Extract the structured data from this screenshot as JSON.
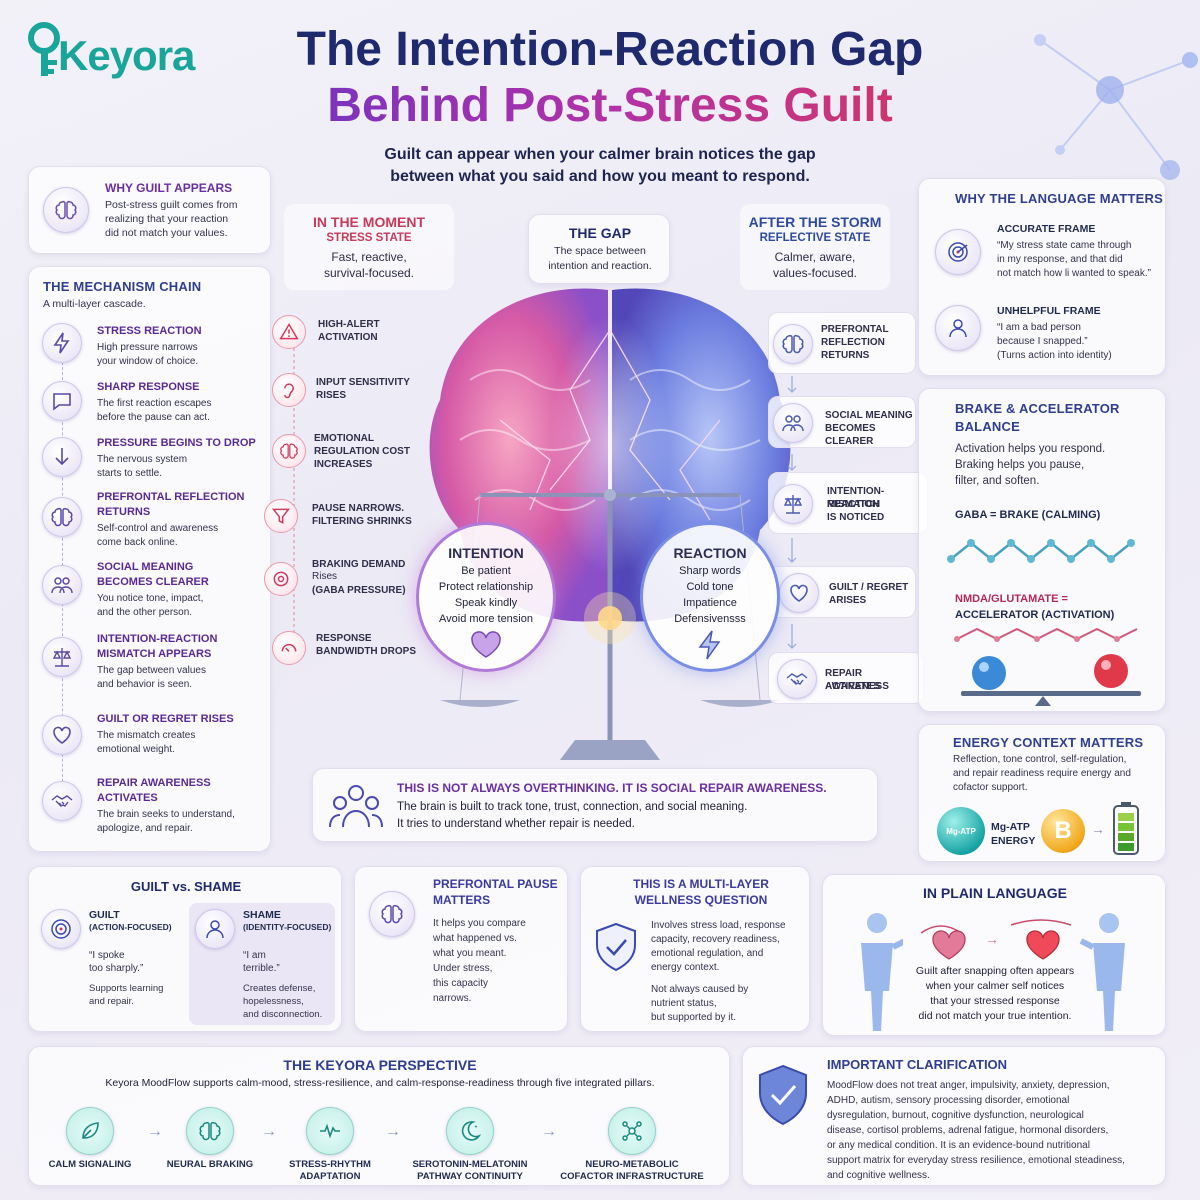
{
  "brand": {
    "name": "Keyora"
  },
  "header": {
    "title_line1": "The Intention-Reaction Gap",
    "title_line2": "Behind Post-Stress Guilt",
    "subtitle_line1": "Guilt can appear when your calmer brain notices the gap",
    "subtitle_line2": "between what you said and how you meant to respond."
  },
  "why_guilt": {
    "title": "WHY GUILT APPEARS",
    "text_line1": "Post-stress guilt comes from",
    "text_line2": "realizing that your reaction",
    "text_line3": "did not match your values."
  },
  "mechanism": {
    "title": "THE MECHANISM CHAIN",
    "subtitle": "A multi-layer cascade.",
    "items": [
      {
        "title1": "STRESS REACTION",
        "title2": "",
        "text1": "High pressure narrows",
        "text2": "your window of choice.",
        "icon": "lightning-icon"
      },
      {
        "title1": "SHARP RESPONSE",
        "title2": "",
        "text1": "The first reaction escapes",
        "text2": "before the pause can act.",
        "icon": "speech-bubble-icon"
      },
      {
        "title1": "PRESSURE BEGINS TO DROP",
        "title2": "",
        "text1": "The nervous system",
        "text2": "starts to settle.",
        "icon": "arrow-down-icon"
      },
      {
        "title1": "PREFRONTAL REFLECTION",
        "title2": "RETURNS",
        "text1": "Self-control and awareness",
        "text2": "come back online.",
        "icon": "brain-icon"
      },
      {
        "title1": "SOCIAL MEANING",
        "title2": "BECOMES CLEARER",
        "text1": "You notice tone, impact,",
        "text2": "and the other person.",
        "icon": "people-icon"
      },
      {
        "title1": "INTENTION-REACTION",
        "title2": "MISMATCH APPEARS",
        "text1": "The gap between values",
        "text2": "and behavior is seen.",
        "icon": "scale-icon"
      },
      {
        "title1": "GUILT OR REGRET RISES",
        "title2": "",
        "text1": "The mismatch creates",
        "text2": "emotional weight.",
        "icon": "heart-icon"
      },
      {
        "title1": "REPAIR AWARENESS",
        "title2": "ACTIVATES",
        "text1": "The brain seeks to understand,",
        "text2": "apologize, and repair.",
        "icon": "handshake-icon"
      }
    ]
  },
  "moment": {
    "title": "IN THE MOMENT",
    "state": "STRESS STATE",
    "desc1": "Fast, reactive,",
    "desc2": "survival-focused.",
    "items": [
      {
        "l1": "HIGH-ALERT",
        "l2": "ACTIVATION",
        "l3": "",
        "icon": "warning-icon"
      },
      {
        "l1": "INPUT SENSITIVITY",
        "l2": "RISES",
        "l3": "",
        "icon": "ear-icon"
      },
      {
        "l1": "EMOTIONAL",
        "l2": "REGULATION COST",
        "l3": "INCREASES",
        "icon": "brain-icon"
      },
      {
        "l1": "PAUSE NARROWS.",
        "l2": "FILTERING SHRINKS",
        "l3": "",
        "icon": "funnel-icon"
      },
      {
        "l1": "BRAKING DEMAND",
        "l2": "Rises",
        "l3": "(GABA PRESSURE)",
        "icon": "brake-icon"
      },
      {
        "l1": "RESPONSE",
        "l2": "BANDWIDTH DROPS",
        "l3": "",
        "icon": "gauge-icon"
      }
    ]
  },
  "gap": {
    "title": "THE GAP",
    "desc1": "The space between",
    "desc2": "intention and reaction."
  },
  "storm": {
    "title": "AFTER THE STORM",
    "state": "REFLECTIVE STATE",
    "desc1": "Calmer, aware,",
    "desc2": "values-focused.",
    "items": [
      {
        "l1": "PREFRONTAL",
        "l2": "REFLECTION",
        "l3": "RETURNS",
        "icon": "brain-icon"
      },
      {
        "l1": "SOCIAL MEANING",
        "l2": "BECOMES CLEARER",
        "l3": "",
        "icon": "people-icon"
      },
      {
        "l1": "INTENTION-REACTION",
        "l2": "MISMATCH",
        "l3": "IS NOTICED",
        "icon": "scale-icon"
      },
      {
        "l1": "GUILT / REGRET",
        "l2": "ARISES",
        "l3": "",
        "icon": "heart-icon"
      },
      {
        "l1": "REPAIR AWARENESS",
        "l2": "ACTIVATES",
        "l3": "",
        "icon": "handshake-icon"
      }
    ]
  },
  "intention": {
    "title": "INTENTION",
    "items": [
      "Be patient",
      "Protect relationship",
      "Speak kindly",
      "Avoid more tension"
    ]
  },
  "reaction": {
    "title": "REACTION",
    "items": [
      "Sharp words",
      "Cold tone",
      "Impatience",
      "Defensivensss"
    ]
  },
  "not_overthinking": {
    "title": "THIS IS NOT ALWAYS OVERTHINKING. IT IS SOCIAL REPAIR AWARENESS.",
    "text1": "The brain is built to track tone, trust, connection, and social meaning.",
    "text2": "It tries to understand whether repair is needed."
  },
  "language": {
    "title": "WHY THE LANGUAGE MATTERS",
    "accurate_title": "ACCURATE FRAME",
    "accurate1": "“My stress state came through",
    "accurate2": "in my response, and that did",
    "accurate3": "not match how li wanted to speak.”",
    "unhelpful_title": "UNHELPFUL FRAME",
    "unhelpful1": "“I am a bad person",
    "unhelpful2": "because I snapped.”",
    "unhelpful3": "(Turns action into identity)"
  },
  "brake": {
    "title1": "BRAKE & ACCELERATOR",
    "title2": "BALANCE",
    "text1": "Activation helps you respond.",
    "text2": "Braking helps you pause,",
    "text3": "filter, and soften.",
    "gaba": "GABA = BRAKE (CALMING)",
    "nmda1": "NMDA/GLUTAMATE =",
    "nmda2": "ACCELERATOR (ACTIVATION)"
  },
  "energy": {
    "title": "ENERGY CONTEXT MATTERS",
    "text1": "Reflection, tone control, self-regulation,",
    "text2": "and repair readiness require energy and",
    "text3": "cofactor support.",
    "ball_label": "Mg-ATP",
    "label1": "Mg-ATP",
    "label2": "ENERGY",
    "b_label": "B"
  },
  "guilt_shame": {
    "title": "GUILT vs. SHAME",
    "guilt_title": "GUILT",
    "guilt_sub": "(ACTION-FOCUSED)",
    "guilt_q1": "“I spoke",
    "guilt_q2": "too sharply.”",
    "guilt_t1": "Supports learning",
    "guilt_t2": "and repair.",
    "shame_title": "SHAME",
    "shame_sub": "(IDENTITY-FOCUSED)",
    "shame_q1": "“I am",
    "shame_q2": "terrible.”",
    "shame_t1": "Creates defense,",
    "shame_t2": "hopelessness,",
    "shame_t3": "and disconnection."
  },
  "pause": {
    "title1": "PREFRONTAL PAUSE",
    "title2": "MATTERS",
    "lines": [
      "It helps you compare",
      "what happened vs.",
      "what you meant.",
      "Under stress,",
      "this capacity",
      "narrows."
    ]
  },
  "multilayer": {
    "title1": "THIS IS A MULTI-LAYER",
    "title2": "WELLNESS QUESTION",
    "lines1": [
      "Involves stress load, response",
      "capacity, recovery readiness,",
      "emotional regulation, and",
      "energy context."
    ],
    "lines2": [
      "Not always caused by",
      "nutrient status,",
      "but supported by it."
    ]
  },
  "plain": {
    "title": "IN PLAIN LANGUAGE",
    "lines": [
      "Guilt after snapping often appears",
      "when your calmer self notices",
      "that your stressed response",
      "did not match your true intention."
    ]
  },
  "perspective": {
    "title": "THE KEYORA PERSPECTIVE",
    "text": "Keyora MoodFlow supports calm-mood, stress-resilience, and calm-response-readiness through five integrated pillars.",
    "pillars": [
      {
        "l1": "CALM SIGNALING",
        "l2": "",
        "icon": "leaf-icon"
      },
      {
        "l1": "NEURAL BRAKING",
        "l2": "",
        "icon": "brain-icon"
      },
      {
        "l1": "STRESS-RHYTHM",
        "l2": "ADAPTATION",
        "icon": "pulse-icon"
      },
      {
        "l1": "SEROTONIN-MELATONIN",
        "l2": "PATHWAY CONTINUITY",
        "icon": "moon-icon"
      },
      {
        "l1": "NEURO-METABOLIC",
        "l2": "COFACTOR INFRASTRUCTURE",
        "icon": "network-icon"
      }
    ]
  },
  "clarification": {
    "title": "IMPORTANT CLARIFICATION",
    "lines": [
      "MoodFlow does not treat anger, impulsivity, anxiety, depression,",
      "ADHD, autism, sensory processing disorder, emotional",
      "dysregulation, burnout, cognitive dysfunction, neurological",
      "disease, cortisol problems, adrenal fatigue, hormonal disorders,",
      "or any medical condition. It is an evidence-bound nutritional",
      "support matrix for everyday stress resilience, emotional steadiness,",
      "and cognitive wellness."
    ]
  },
  "colors": {
    "brand_teal": "#19a59a",
    "title_navy": "#1f2a6e",
    "accent_purple": "#7b2fbf",
    "accent_red": "#d2385c"
  }
}
